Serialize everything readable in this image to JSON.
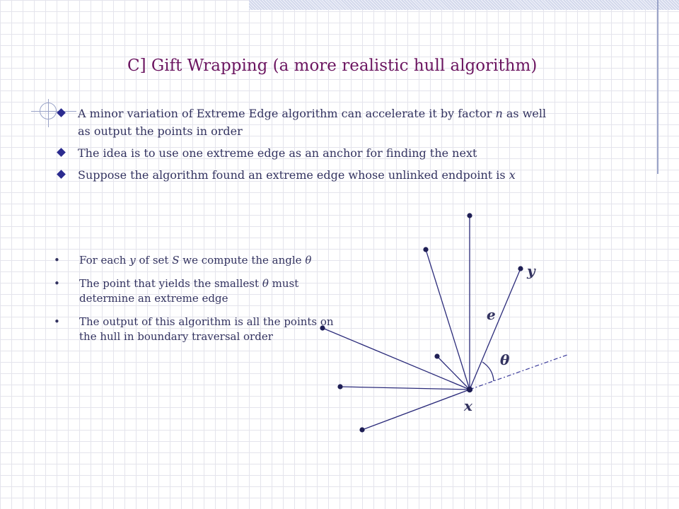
{
  "slide": {
    "title": "C] Gift Wrapping (a more realistic hull algorithm)",
    "bullets": [
      {
        "pre": "A minor variation of Extreme Edge algorithm can accelerate it by factor ",
        "math": "n",
        "post": " as well as output the points in order"
      },
      {
        "pre": "The idea is to use one extreme edge as an anchor for finding the next",
        "math": "",
        "post": ""
      },
      {
        "pre": "Suppose the algorithm found an extreme edge whose unlinked endpoint is ",
        "math": "x",
        "post": ""
      }
    ],
    "sub_bullets": [
      {
        "pre": "For each ",
        "math1": "y",
        "mid": " of set ",
        "math2": "S",
        "mid2": " we compute    the angle ",
        "math3": "θ",
        "post": ""
      },
      {
        "pre": "The point that yields the smallest ",
        "math1": "θ",
        "post": " must determine an extreme edge"
      },
      {
        "pre": "The output of this algorithm is all the points on the hull in boundary traversal order"
      }
    ]
  },
  "diagram": {
    "labels": {
      "x": "x",
      "y": "y",
      "e": "e",
      "theta": "θ"
    },
    "colors": {
      "edge": "#2b2b7a",
      "point": "#1f1f55",
      "dash": "#3a3a9a",
      "text": "#333360",
      "title": "#6b1560",
      "bullet_marker": "#2b2b8f"
    }
  }
}
